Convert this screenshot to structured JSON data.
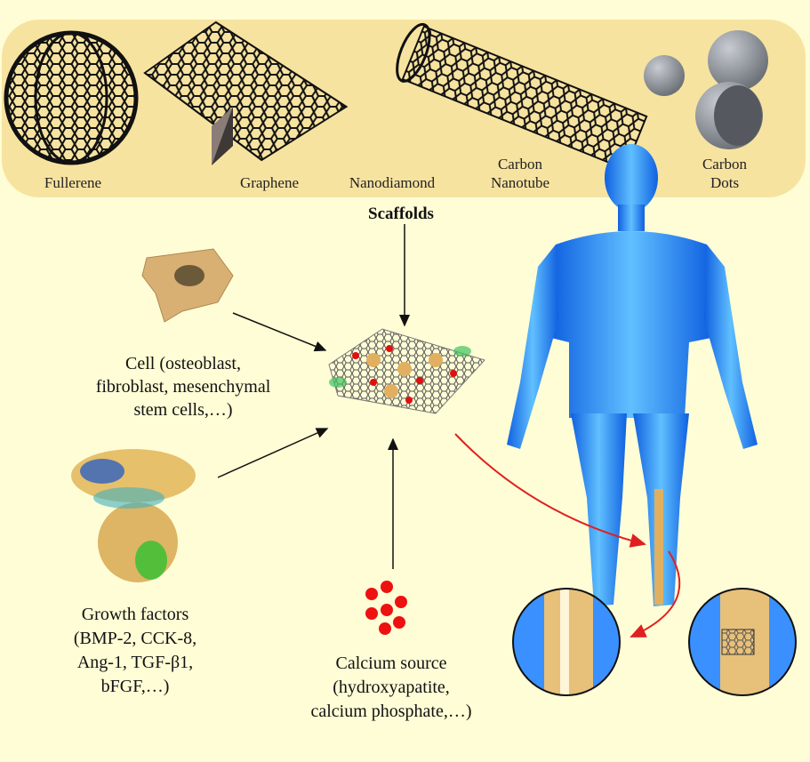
{
  "materials": {
    "fullerene": "Fullerene",
    "graphene": "Graphene",
    "nanodiamond": "Nanodiamond",
    "nanotube": [
      "Carbon",
      "Nanotube"
    ],
    "dots": [
      "Carbon",
      "Dots"
    ]
  },
  "scaffolds_label": "Scaffolds",
  "cell_label": [
    "Cell (osteoblast,",
    "fibroblast, mesenchymal",
    "stem cells,…)"
  ],
  "growth_label": [
    "Growth factors",
    "(BMP-2, CCK-8,",
    "Ang-1, TGF-β1,",
    "bFGF,…)"
  ],
  "calcium_label": [
    "Calcium source",
    "(hydroxyapatite,",
    "calcium phosphate,…)"
  ],
  "colors": {
    "background": "#fffdd6",
    "band": "#f7e3a0",
    "body": "#2f8fff",
    "bone": "#e0b060",
    "arrow_red": "#e02020",
    "calcium": "#ee1111"
  }
}
